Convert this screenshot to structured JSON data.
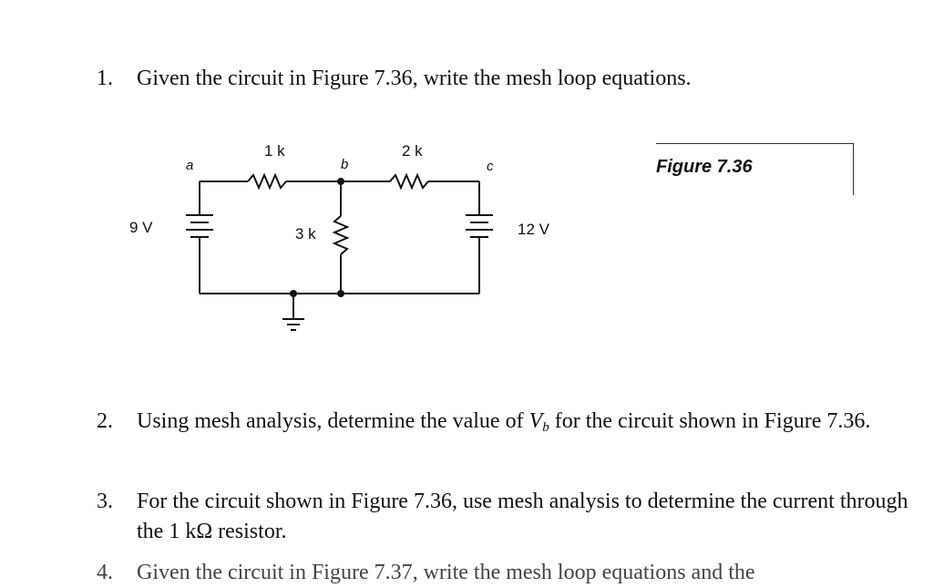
{
  "questions": [
    {
      "number": "1.",
      "text": "Given the circuit in Figure 7.36, write the mesh loop equations."
    },
    {
      "number": "2.",
      "text_before": "Using mesh analysis, determine the value of ",
      "var": "V",
      "sub": "b",
      "text_after": " for the circuit shown in Figure 7.36."
    },
    {
      "number": "3.",
      "text": "For the circuit shown in Figure 7.36, use mesh analysis to determine the current through the 1 kΩ resistor."
    },
    {
      "number": "4.",
      "text": "Given the circuit in Figure 7.37, write the mesh loop equations and the"
    }
  ],
  "figure": {
    "caption": "Figure 7.36",
    "labels": {
      "node_a": "a",
      "node_b": "b",
      "node_c": "c",
      "r1": "1 k",
      "r2": "2 k",
      "r3": "3 k",
      "source_left": "9 V",
      "source_right": "12 V"
    }
  }
}
